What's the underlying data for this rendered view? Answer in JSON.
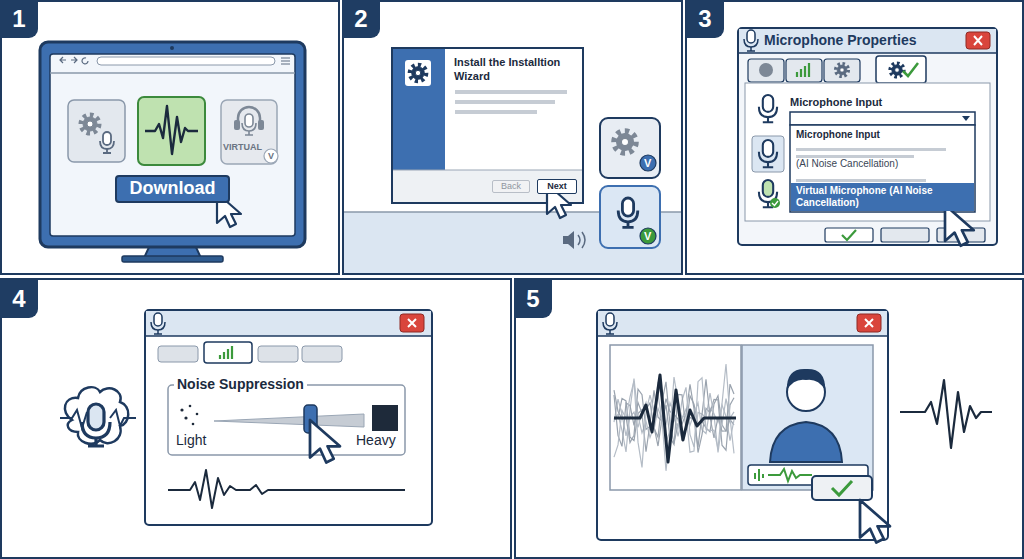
{
  "diagram": {
    "nodes": [
      {
        "text": [
          "1"
        ]
      },
      {
        "text": [
          "Download"
        ]
      },
      {
        "text": [
          "VIRTUAL"
        ]
      },
      {
        "text": [
          "2"
        ]
      },
      {
        "text": [
          "Install the Installtion Wizard"
        ]
      },
      {
        "text": [
          "Back"
        ],
        "in": 4
      },
      {
        "text": [
          "Next"
        ],
        "in": 4
      },
      {
        "text": [
          "3"
        ]
      },
      {
        "text": [
          "Microphone Properties",
          "Microphone Input"
        ]
      },
      {
        "text": [
          "Microphone Input",
          "(AI Noise Cancellation)",
          "Virtual Microphone (AI Noise Cancellation)"
        ],
        "in": 8
      },
      {
        "text": [
          "4"
        ]
      },
      {
        "text": [
          "Noise Suppression",
          "Light",
          "Heavy"
        ]
      },
      {
        "text": [
          "5"
        ]
      }
    ],
    "labels": [
      "V",
      "V",
      "V"
    ]
  }
}
